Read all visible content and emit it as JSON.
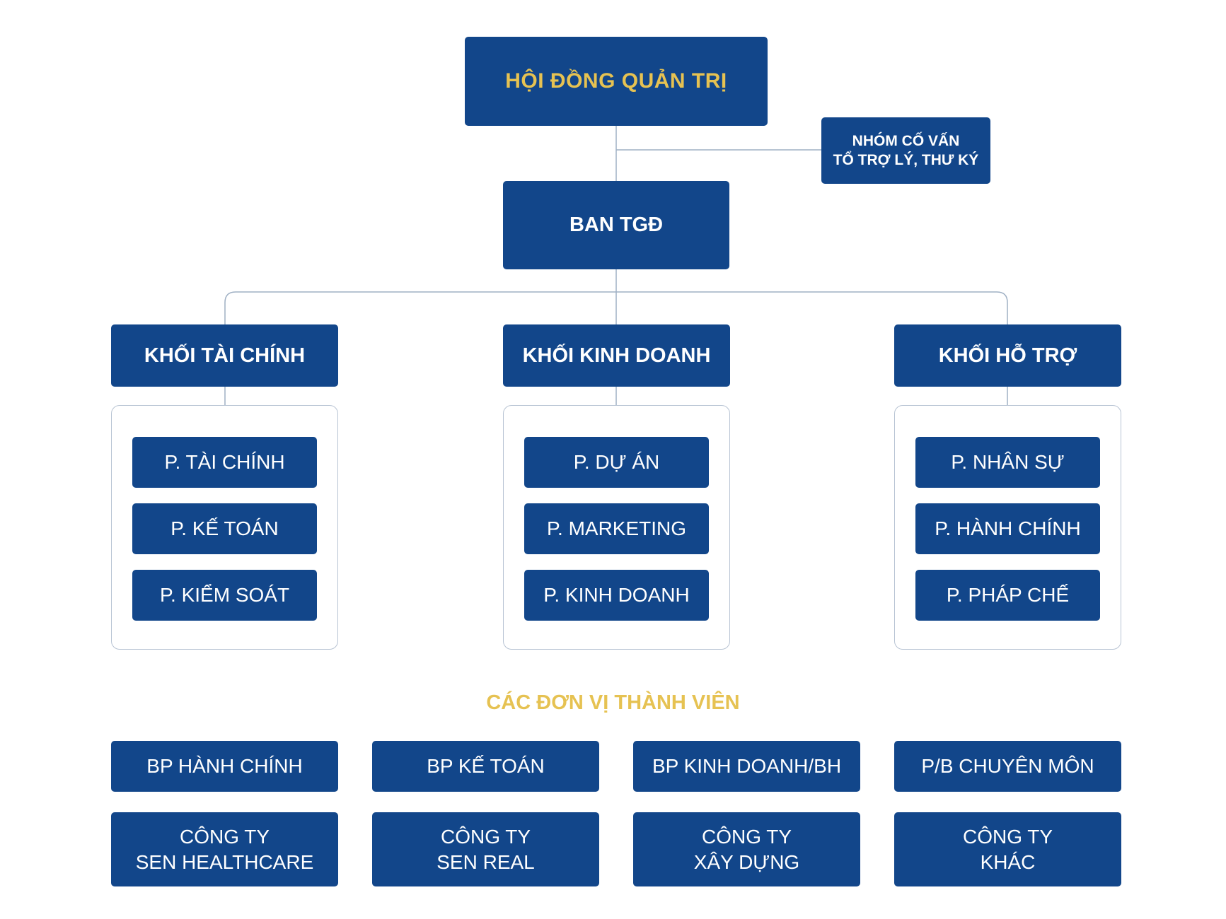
{
  "colors": {
    "box_fill": "#12468a",
    "accent_gold": "#e6c252",
    "connector": "#9fb0c4",
    "group_border": "#b7c3d3"
  },
  "board": {
    "label": "HỘI ĐỒNG QUẢN TRỊ"
  },
  "advisors": {
    "line1": "NHÓM CỐ VẤN",
    "line2": "TỔ TRỢ LÝ, THƯ KÝ"
  },
  "ceo": {
    "label": "BAN TGĐ"
  },
  "blocks": [
    {
      "title": "KHỐI TÀI CHÍNH",
      "departments": [
        "P. TÀI CHÍNH",
        "P. KẾ TOÁN",
        "P. KIỂM SOÁT"
      ]
    },
    {
      "title": "KHỐI KINH DOANH",
      "departments": [
        "P. DỰ ÁN",
        "P. MARKETING",
        "P. KINH DOANH"
      ]
    },
    {
      "title": "KHỐI HỖ TRỢ",
      "departments": [
        "P. NHÂN SỰ",
        "P. HÀNH CHÍNH",
        "P. PHÁP CHẾ"
      ]
    }
  ],
  "members": {
    "title": "CÁC ĐƠN VỊ THÀNH VIÊN",
    "divisions": [
      "BP HÀNH CHÍNH",
      "BP KẾ TOÁN",
      "BP KINH DOANH/BH",
      "P/B CHUYÊN MÔN"
    ],
    "companies": [
      {
        "line1": "CÔNG TY",
        "line2": "SEN HEALTHCARE"
      },
      {
        "line1": "CÔNG TY",
        "line2": "SEN REAL"
      },
      {
        "line1": "CÔNG TY",
        "line2": "XÂY DỰNG"
      },
      {
        "line1": "CÔNG TY",
        "line2": "KHÁC"
      }
    ]
  }
}
